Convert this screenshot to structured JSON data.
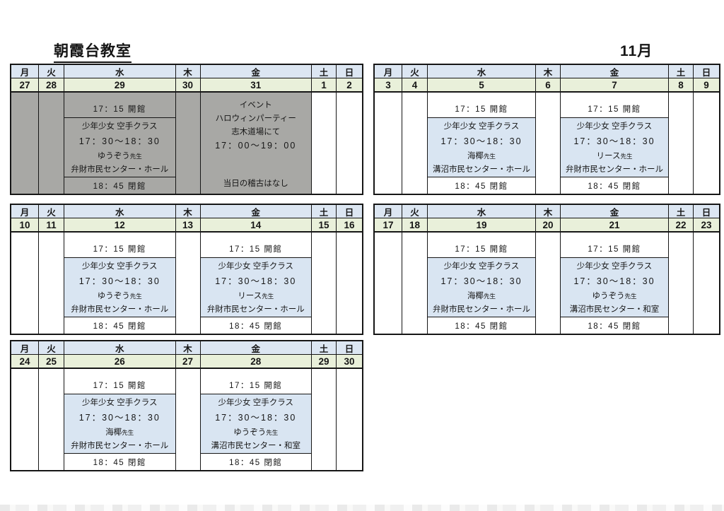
{
  "page": {
    "title": "朝霞台教室",
    "month": "11月"
  },
  "weekdays": [
    "月",
    "火",
    "水",
    "木",
    "金",
    "土",
    "日"
  ],
  "colors": {
    "weekday_bg": "#dce6f2",
    "date_bg": "#e9f0da",
    "class_bg": "#d9e5f2",
    "inactive_bg": "#a8a8a5",
    "border": "#161616"
  },
  "weeks": [
    {
      "dates": [
        "27",
        "28",
        "29",
        "30",
        "31",
        "1",
        "2"
      ],
      "inactive_days": [
        "月",
        "火",
        "水",
        "木",
        "金"
      ],
      "cells": {
        "水": {
          "kind": "class",
          "open": "17：15 開館",
          "name": "少年少女 空手クラス",
          "time": "17：30～18：30",
          "teacher": "ゆうぞう",
          "teacher_suffix": "先生",
          "venue": "弁財市民センター・ホール",
          "close": "18：45 閉館"
        },
        "金": {
          "kind": "event",
          "lines": [
            "イベント",
            "ハロウィンパーティー",
            "志木道場にて",
            "17：00～19：00"
          ],
          "note": "当日の稽古はなし"
        }
      }
    },
    {
      "dates": [
        "3",
        "4",
        "5",
        "6",
        "7",
        "8",
        "9"
      ],
      "inactive_days": [],
      "cells": {
        "水": {
          "kind": "class",
          "open": "17：15 開館",
          "name": "少年少女 空手クラス",
          "time": "17：30～18：30",
          "teacher": "海椰",
          "teacher_suffix": "先生",
          "venue": "溝沼市民センター・ホール",
          "close": "18：45 閉館"
        },
        "金": {
          "kind": "class",
          "open": "17：15 開館",
          "name": "少年少女 空手クラス",
          "time": "17：30～18：30",
          "teacher": "リース",
          "teacher_suffix": "先生",
          "venue": "弁財市民センター・ホール",
          "close": "18：45 閉館"
        }
      }
    },
    {
      "dates": [
        "10",
        "11",
        "12",
        "13",
        "14",
        "15",
        "16"
      ],
      "inactive_days": [],
      "cells": {
        "水": {
          "kind": "class",
          "open": "17：15 開館",
          "name": "少年少女 空手クラス",
          "time": "17：30～18：30",
          "teacher": "ゆうぞう",
          "teacher_suffix": "先生",
          "venue": "弁財市民センター・ホール",
          "close": "18：45 閉館"
        },
        "金": {
          "kind": "class",
          "open": "17：15 開館",
          "name": "少年少女 空手クラス",
          "time": "17：30～18：30",
          "teacher": "リース",
          "teacher_suffix": "先生",
          "venue": "弁財市民センター・ホール",
          "close": "18：45 閉館"
        }
      }
    },
    {
      "dates": [
        "17",
        "18",
        "19",
        "20",
        "21",
        "22",
        "23"
      ],
      "inactive_days": [],
      "cells": {
        "水": {
          "kind": "class",
          "open": "17：15 開館",
          "name": "少年少女 空手クラス",
          "time": "17：30～18：30",
          "teacher": "海椰",
          "teacher_suffix": "先生",
          "venue": "弁財市民センター・ホール",
          "close": "18：45 閉館"
        },
        "金": {
          "kind": "class",
          "open": "17：15 開館",
          "name": "少年少女 空手クラス",
          "time": "17：30～18：30",
          "teacher": "ゆうぞう",
          "teacher_suffix": "先生",
          "venue": "溝沼市民センター・和室",
          "close": "18：45 閉館"
        }
      }
    },
    {
      "dates": [
        "24",
        "25",
        "26",
        "27",
        "28",
        "29",
        "30"
      ],
      "inactive_days": [],
      "cells": {
        "水": {
          "kind": "class",
          "open": "17：15 開館",
          "name": "少年少女 空手クラス",
          "time": "17：30～18：30",
          "teacher": "海椰",
          "teacher_suffix": "先生",
          "venue": "弁財市民センター・ホール",
          "close": "18：45 閉館"
        },
        "金": {
          "kind": "class",
          "open": "17：15 開館",
          "name": "少年少女 空手クラス",
          "time": "17：30～18：30",
          "teacher": "ゆうぞう",
          "teacher_suffix": "先生",
          "venue": "溝沼市民センター・和室",
          "close": "18：45 閉館"
        }
      }
    }
  ]
}
